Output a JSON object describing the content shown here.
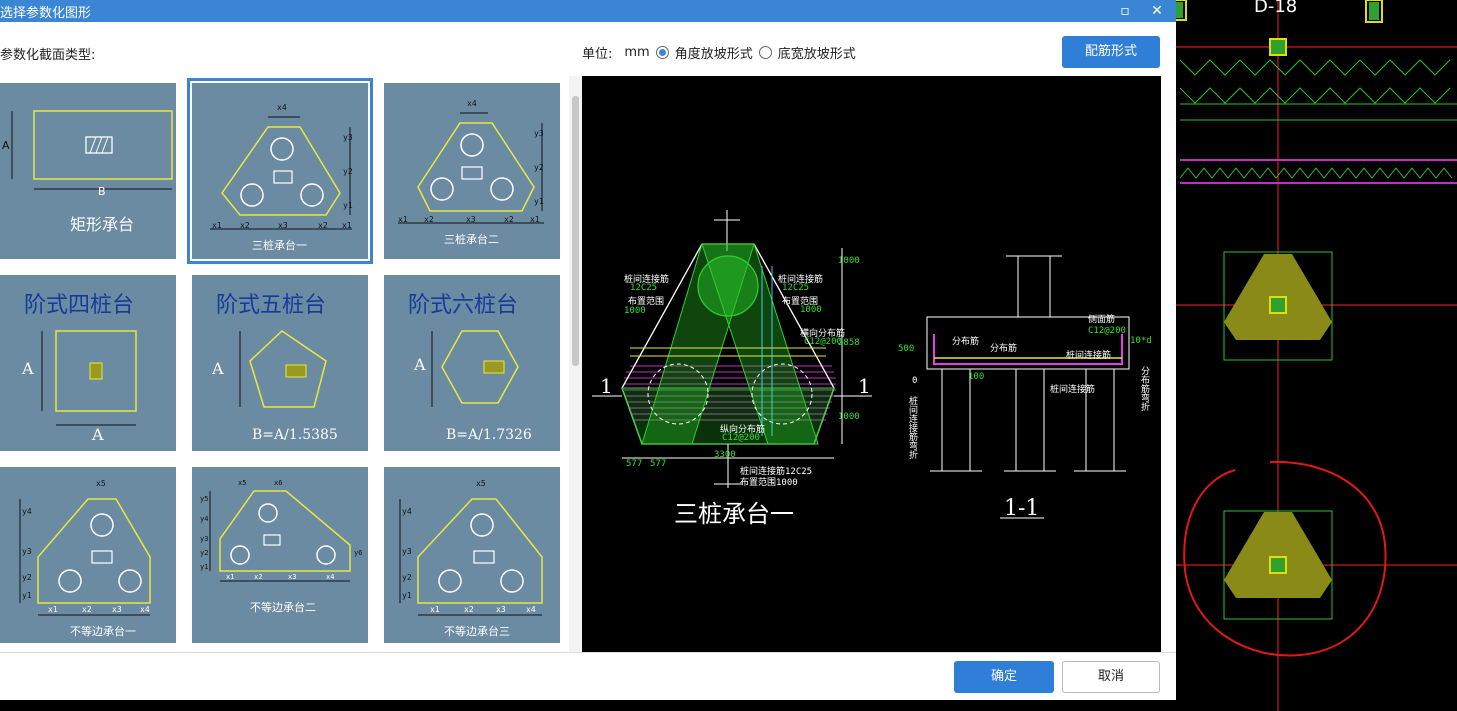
{
  "dialog": {
    "title": "选择参数化图形",
    "section_label": "参数化截面类型:",
    "unit_label": "单位:",
    "unit_value": "mm",
    "radio_angle": "角度放坡形式",
    "radio_bottom": "底宽放坡形式",
    "rebar_button": "配筋形式",
    "ok_button": "确定",
    "cancel_button": "取消",
    "titlebar_restore": "▫",
    "titlebar_close": "✕"
  },
  "thumbnails": [
    {
      "name": "矩形承台",
      "labels": [
        "A",
        "B"
      ]
    },
    {
      "name": "三桩承台一",
      "labels": [
        "x4",
        "y3",
        "y2",
        "y1",
        "x1",
        "x2",
        "x3",
        "x2",
        "x1"
      ]
    },
    {
      "name": "三桩承台二",
      "labels": [
        "x4",
        "y3",
        "y2",
        "y1",
        "x1",
        "x2",
        "x3",
        "x2",
        "x1"
      ]
    },
    {
      "name": "阶式四桩台",
      "labels": [
        "A",
        "A"
      ]
    },
    {
      "name": "阶式五桩台",
      "labels": [
        "A",
        "B=A/1.5385"
      ]
    },
    {
      "name": "阶式六桩台",
      "labels": [
        "A",
        "B=A/1.7326"
      ]
    },
    {
      "name": "不等边承台一",
      "labels": [
        "x5",
        "y4",
        "y3",
        "y2",
        "y1",
        "x1",
        "x2",
        "x3",
        "x4"
      ]
    },
    {
      "name": "不等边承台二",
      "labels": [
        "x5",
        "x6",
        "y5",
        "y4",
        "y3",
        "y2",
        "y1",
        "y6",
        "x1",
        "x2",
        "x3",
        "x4"
      ]
    },
    {
      "name": "不等边承台三",
      "labels": [
        "x5",
        "y4",
        "y3",
        "y2",
        "y1",
        "x1",
        "x2",
        "x3",
        "x4"
      ]
    }
  ],
  "preview": {
    "plan_title": "三桩承台一",
    "section_title": "1-1",
    "mark_left": "1",
    "mark_right": "1",
    "labels": {
      "a": "桩间连接筋",
      "b": "12C25",
      "c": "布置范围",
      "d": "1000",
      "e": "桩间连接筋",
      "f": "12C25",
      "g": "布置范围",
      "h": "1000",
      "i": "横向分布筋",
      "j": "C12@200",
      "k": "纵向分布筋",
      "l": "C12@200",
      "m": "桩间连接筋12C25",
      "n": "布置范围1000",
      "dim_1000_top": "1000",
      "dim_2858": "2858",
      "dim_1000_bot": "1000",
      "dim_577a": "577",
      "dim_577b": "577",
      "dim_3300": "3300",
      "s_fbj1": "分布筋",
      "s_fbj2": "分布筋",
      "s_500": "500",
      "s_0": "0",
      "s_100": "100",
      "s_qmj": "侧面筋",
      "s_c12": "C12@200",
      "s_zjljj": "桩间连接筋",
      "s_zjljj2": "桩间连接筋",
      "s_10d": "10*d",
      "s_left_vert": "桩间连接筋弯折",
      "s_right_vert": "分布筋弯折"
    }
  },
  "cad": {
    "grid_label": "D-18",
    "colors": {
      "grid": "#ff2020",
      "green": "#30c030",
      "magenta": "#c030c0",
      "fill": "#8a8a18",
      "marker": "#ffff00"
    }
  }
}
